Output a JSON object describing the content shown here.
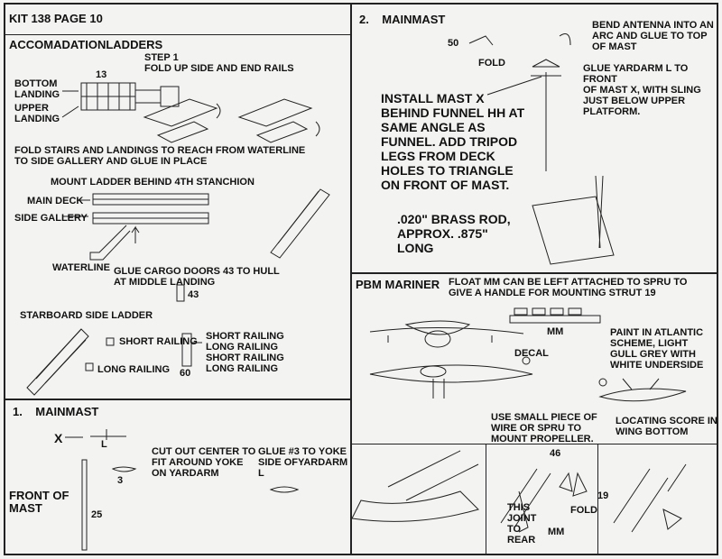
{
  "page_title": "KIT 138 PAGE 10",
  "accommodation": {
    "title": "ACCOMADATIONLADDERS",
    "step1": "STEP 1\nFOLD UP SIDE AND END RAILS",
    "part_13": "13",
    "bottom_landing": "BOTTOM\nLANDING",
    "upper_landing": "UPPER\nLANDING",
    "fold_note": "FOLD STAIRS AND LANDINGS TO REACH FROM WATERLINE\nTO SIDE GALLERY AND GLUE IN PLACE",
    "mount_note": "MOUNT LADDER BEHIND 4TH STANCHION",
    "main_deck": "MAIN DECK",
    "side_gallery": "SIDE GALLERY",
    "waterline": "WATERLINE",
    "cargo_note": "GLUE CARGO DOORS 43 TO HULL\nAT MIDDLE LANDING",
    "part_43": "43",
    "starboard": "STARBOARD SIDE LADDER",
    "short_railing": "SHORT RAILING",
    "long_railing": "LONG RAILING",
    "railing_list": "SHORT RAILING\nLONG RAILING\nSHORT RAILING\nLONG RAILING",
    "part_60": "60"
  },
  "mainmast1": {
    "title": "1.    MAINMAST",
    "x_label": "X",
    "l_label": "L",
    "cut_note": "CUT OUT CENTER TO\nFIT AROUND YOKE\nON YARDARM",
    "part_3": "3",
    "glue_note": "GLUE #3 TO YOKE\nSIDE OFYARDARM\nL",
    "front_label": "FRONT OF\nMAST",
    "part_25": "25"
  },
  "mainmast2": {
    "title": "2.    MAINMAST",
    "part_50": "50",
    "fold": "FOLD",
    "bend_note": "BEND ANTENNA INTO AN\nARC AND GLUE TO TOP\nOF MAST",
    "yardarm_note": "GLUE YARDARM L TO FRONT\nOF MAST X, WITH SLING\nJUST BELOW UPPER\nPLATFORM.",
    "install_note": "INSTALL MAST X\nBEHIND FUNNEL HH AT\nSAME ANGLE AS\nFUNNEL. ADD TRIPOD\nLEGS FROM DECK\nHOLES TO TRIANGLE\nON FRONT OF MAST.",
    "rod_note": ".020\" BRASS ROD,\nAPPROX. .875\"\nLONG"
  },
  "pbm": {
    "title": "PBM MARINER",
    "float_note": "FLOAT MM CAN BE LEFT ATTACHED TO SPRU TO\nGIVE A HANDLE FOR MOUNTING STRUT 19",
    "mm_label": "MM",
    "decal": "DECAL",
    "paint_note": "PAINT IN  ATLANTIC\nSCHEME, LIGHT\nGULL GREY WITH\nWHITE UNDERSIDE",
    "wire_note": "USE SMALL PIECE OF\nWIRE OR SPRU TO\nMOUNT PROPELLER.",
    "score_note": "LOCATING SCORE IN\nWING BOTTOM",
    "part_46": "46",
    "part_19": "19",
    "fold": "FOLD",
    "joint_note": "THIS\nJOINT\nTO\nREAR",
    "mm_label2": "MM"
  }
}
